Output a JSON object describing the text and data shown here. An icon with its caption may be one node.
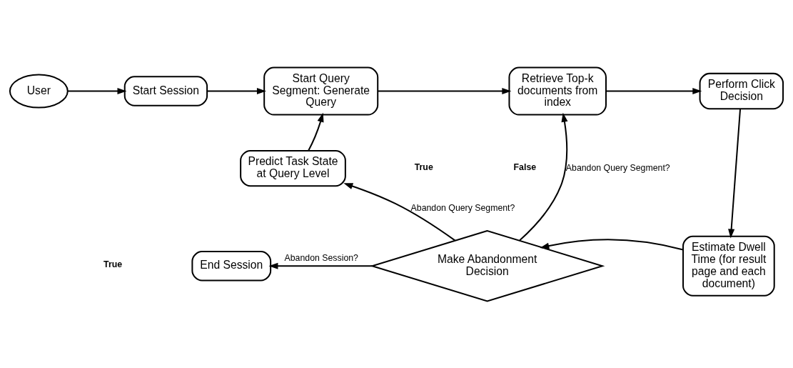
{
  "diagram": {
    "nodes": [
      {
        "text": [
          "User"
        ]
      },
      {
        "text": [
          "Start Session"
        ]
      },
      {
        "text": [
          "Start Query Segment: Generate Query"
        ]
      },
      {
        "text": [
          "Retrieve Top-k documents from index"
        ]
      },
      {
        "text": [
          "Perform Click Decision"
        ]
      },
      {
        "text": [
          "Predict Task State at Query Level"
        ]
      },
      {
        "text": [
          "End Session"
        ]
      },
      {
        "text": [
          "Make Abandonment Decision"
        ]
      },
      {
        "text": [
          "Estimate Dwell Time (for result page and each document)"
        ]
      }
    ],
    "edges": [
      {
        "from": 0,
        "to": 1,
        "arrow": "to"
      },
      {
        "from": 1,
        "to": 2,
        "arrow": "to"
      },
      {
        "from": 2,
        "to": 3,
        "arrow": "to"
      },
      {
        "from": 3,
        "to": 4,
        "arrow": "to"
      },
      {
        "from": 5,
        "to": 2,
        "arrow": "to"
      },
      {
        "from": 4,
        "to": 8,
        "arrow": "to"
      },
      {
        "from": 8,
        "to": 7,
        "arrow": "to"
      },
      {
        "from": 7,
        "to": 6,
        "arrow": "to",
        "label": "Abandon Session?"
      },
      {
        "from": 7,
        "to": 5,
        "arrow": "to",
        "label": "Abandon Query Segment?"
      },
      {
        "from": 7,
        "to": 3,
        "arrow": "to",
        "label": "Abandon Query Segment?"
      }
    ],
    "labels": [
      "True",
      "False",
      "True"
    ]
  }
}
